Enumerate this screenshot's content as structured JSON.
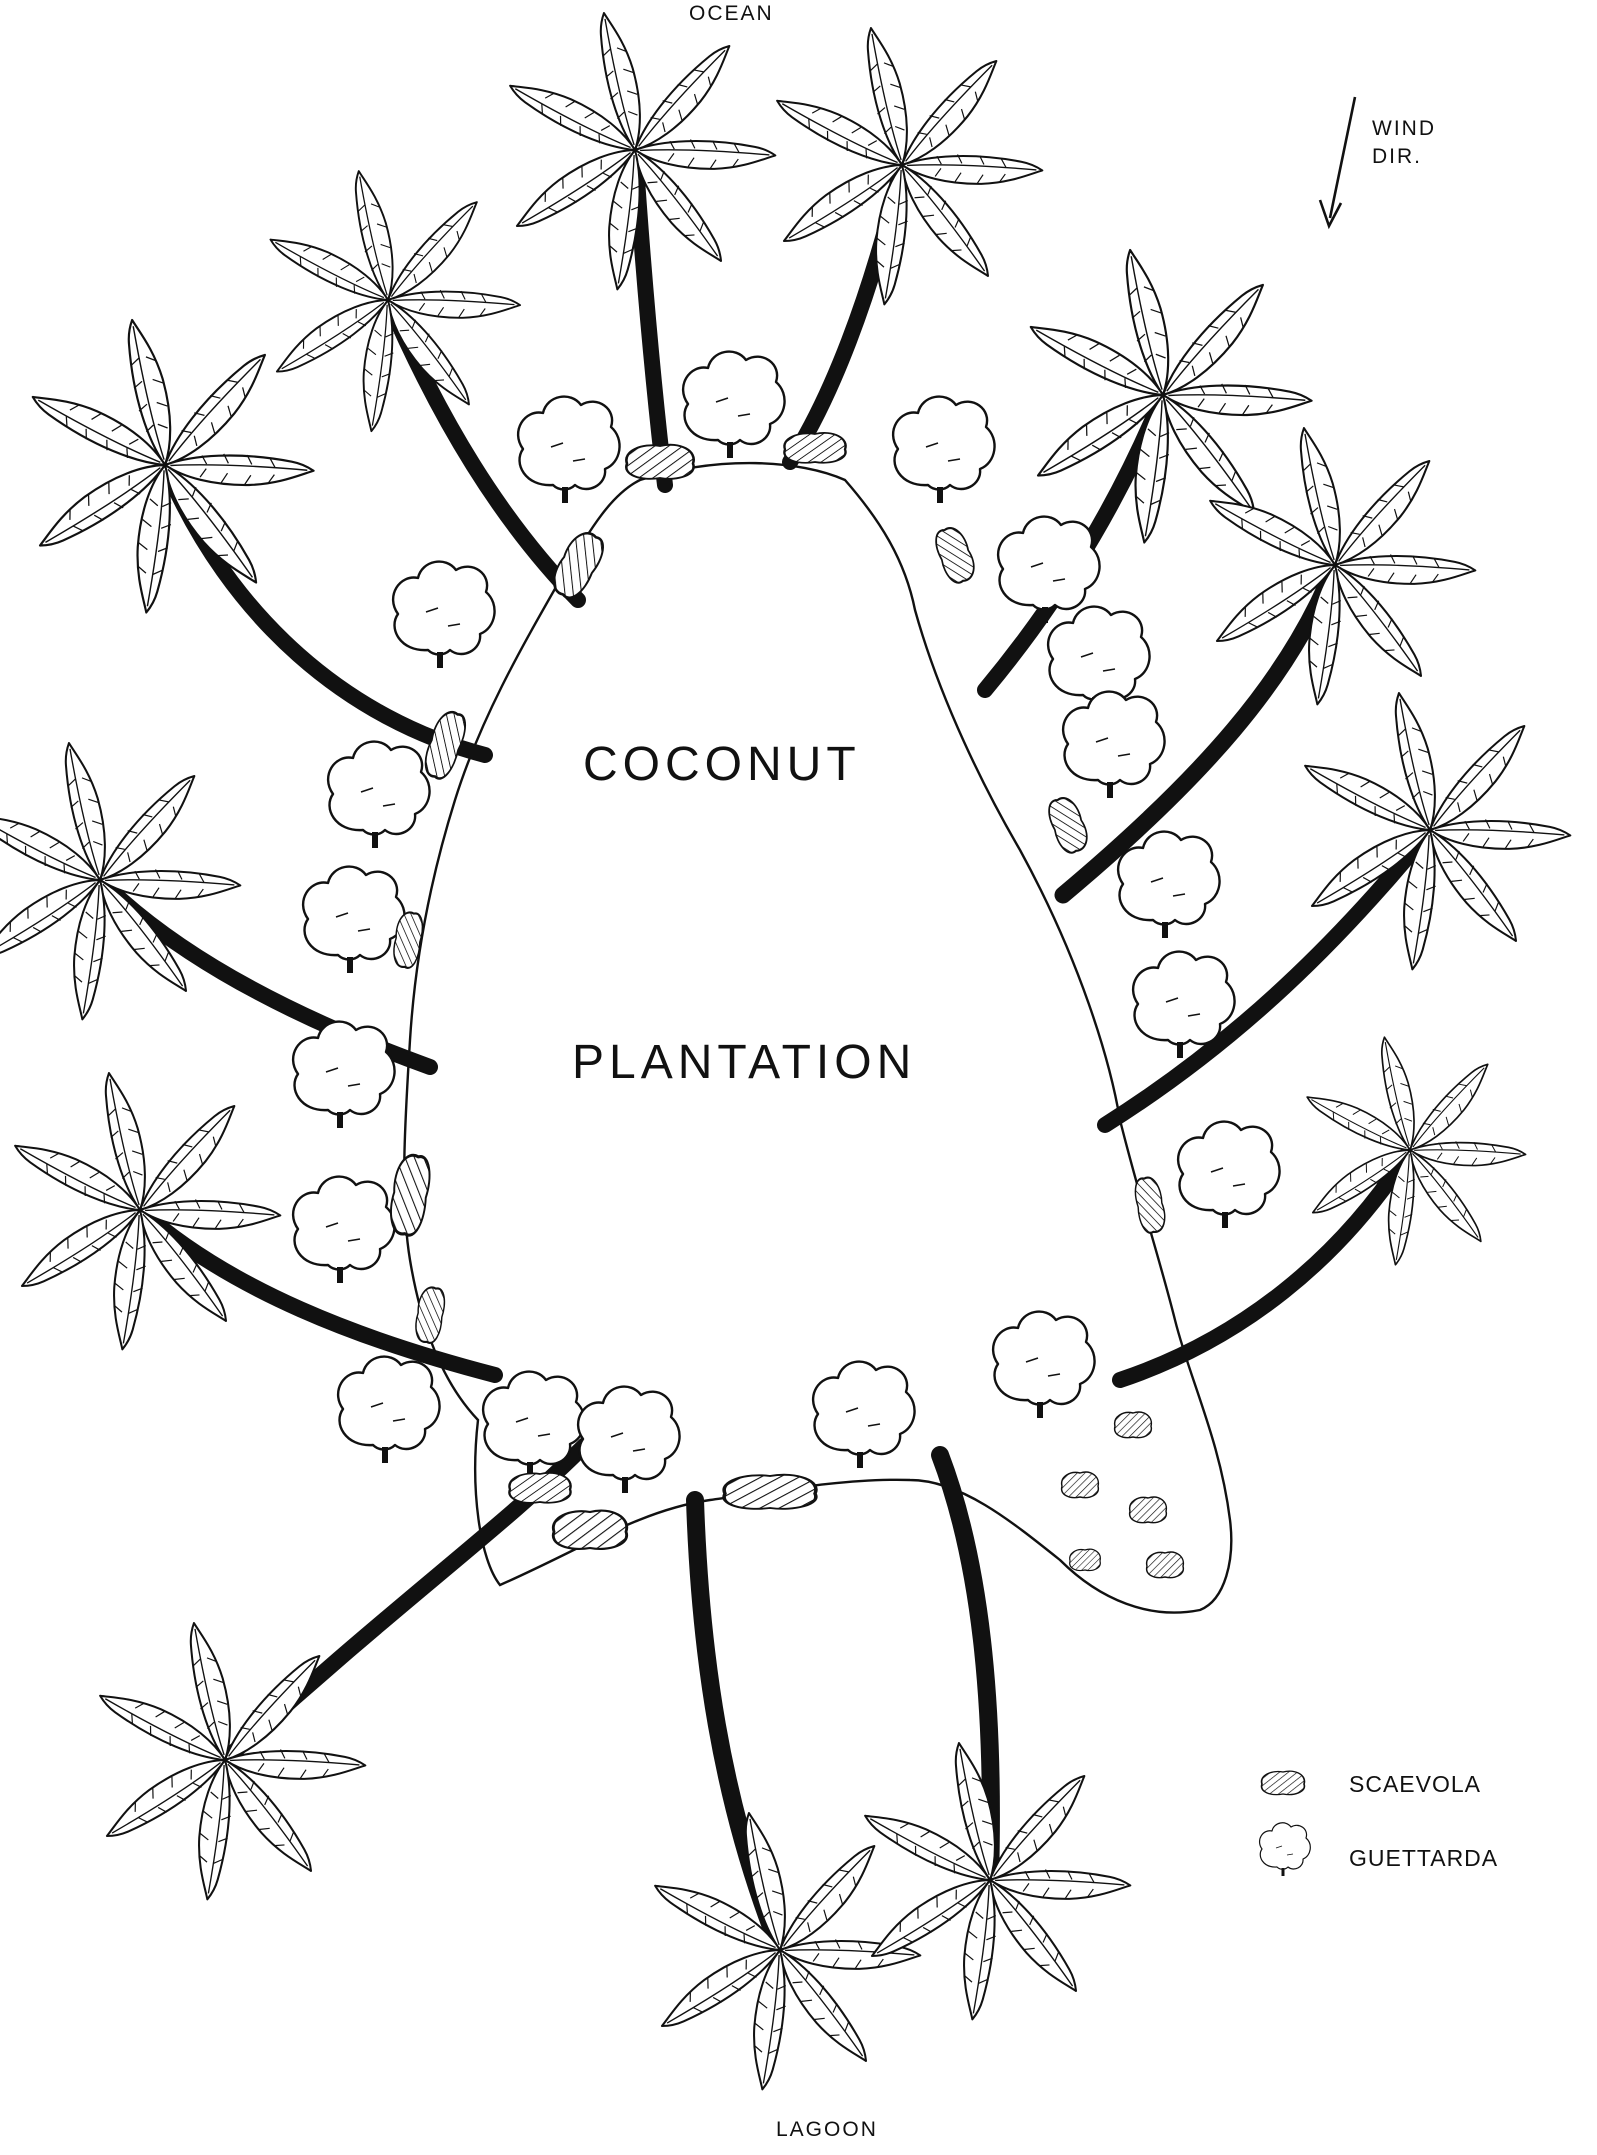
{
  "labels": {
    "ocean": "OCEAN",
    "lagoon": "LAGOON",
    "wind_line1": "WIND",
    "wind_line2": "DIR.",
    "coconut": "COCONUT",
    "plantation": "PLANTATION"
  },
  "legend": {
    "scaevola": "SCAEVOLA",
    "guettarda": "GUETTARDA"
  },
  "icons": {
    "wind_arrow": "wind-direction-arrow-icon",
    "palm": "coconut-palm-icon",
    "scaevola": "scaevola-shrub-icon",
    "guettarda": "guettarda-tree-icon"
  },
  "colors": {
    "ink": "#111111",
    "paper": "#ffffff"
  }
}
